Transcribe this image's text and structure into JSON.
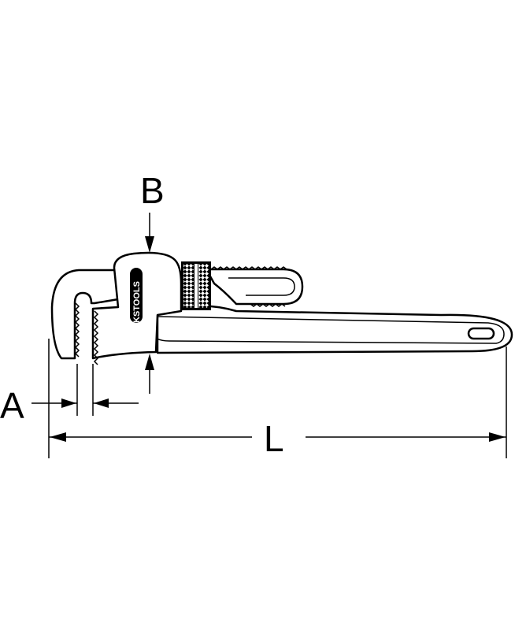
{
  "labels": {
    "a": "A",
    "b": "B",
    "l": "L"
  },
  "logo": "KS TOOLS",
  "colors": {
    "line": "#000000",
    "background": "#ffffff"
  }
}
